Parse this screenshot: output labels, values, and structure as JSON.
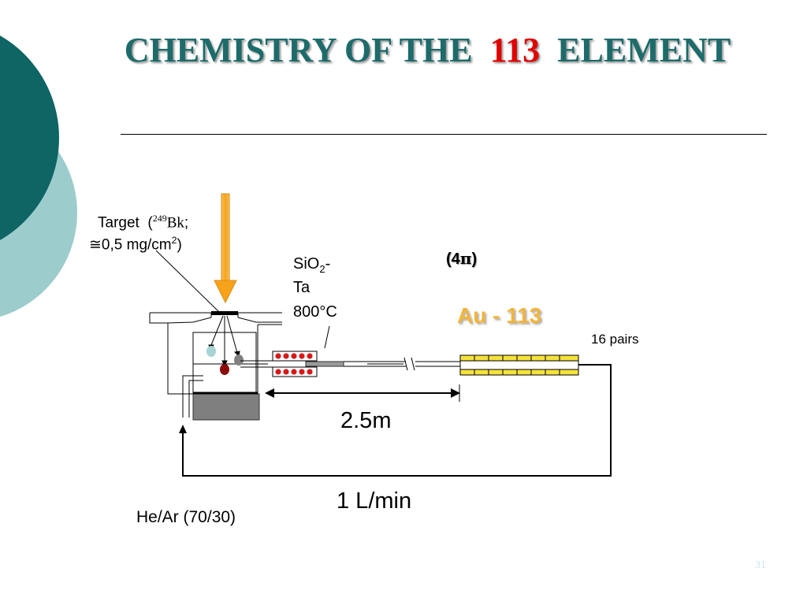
{
  "slide": {
    "title_part1": "CHEMISTRY OF THE",
    "title_number": "113",
    "title_part2": "ELEMENT",
    "slide_number": "31"
  },
  "diagram": {
    "target_label": "Target",
    "target_isotope_mass": "249",
    "target_isotope_symbol": "Bk",
    "target_thickness": "0,5 mg/cm",
    "approx_symbol": "≅",
    "sio2_line1_prefix": "SiO",
    "sio2_subscript": "2",
    "sio2_line1_suffix": "-",
    "sio2_line2": "Ta",
    "temperature": "800°C",
    "solid_angle_paren_open": "(4",
    "solid_angle_pi": "π",
    "solid_angle_paren_close": ")",
    "detector_label": "Au  - 113",
    "pairs_label": "16 pairs",
    "distance_label": "2.5m",
    "flow_label": "1 L/min",
    "gas_label": "He/Ar (70/30)"
  },
  "colors": {
    "title_teal": "#1d6b6a",
    "title_red": "#e00000",
    "beam_orange": "#f7a21b",
    "detector_yellow": "#f4e23c",
    "au_gold": "#f2b43a",
    "deco_dark_teal": "#0f6464",
    "deco_light_teal": "#9ccdcc"
  }
}
